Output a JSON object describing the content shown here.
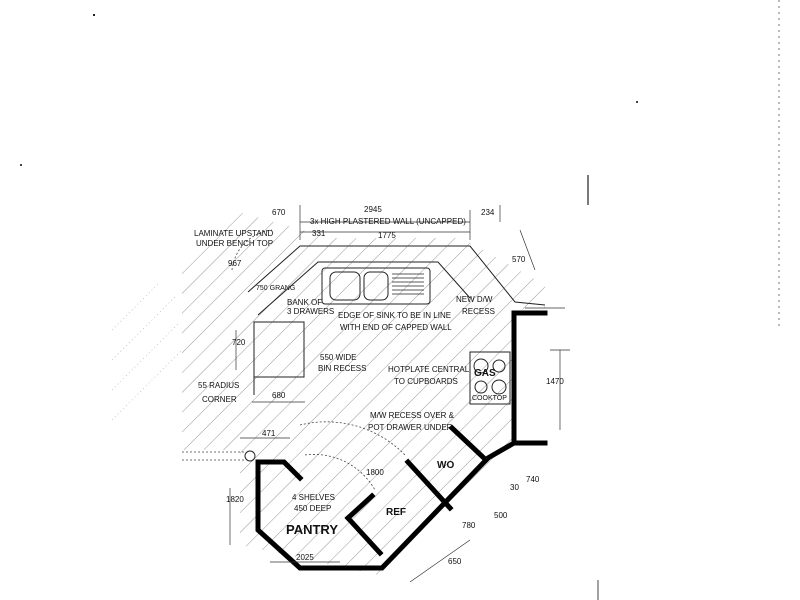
{
  "labels": {
    "laminate": "LAMINATE UPSTAND",
    "under_bench": "UNDER BENCH TOP",
    "dim_670": "670",
    "dim_2945": "2945",
    "dim_234": "234",
    "wall_note": "3x HIGH PLASTERED WALL (UNCAPPED)",
    "dim_331": "331",
    "dim_1775": "1775",
    "dim_570": "570",
    "dim_967": "967",
    "dim_750": "750 GRANG",
    "bank_of": "BANK OF",
    "drawers": "3 DRAWERS",
    "edge_sink": "EDGE OF SINK TO BE IN LINE",
    "with_end": "WITH END OF CAPPED WALL",
    "new_dw": "NEW D/W",
    "recess": "RECESS",
    "dim_720": "720",
    "dim_550_wide": "550 WIDE",
    "bin_recess": "BIN RECESS",
    "radius": "55 RADIUS",
    "corner": "CORNER",
    "dim_680": "680",
    "hotplate": "HOTPLATE CENTRAL",
    "to_cupboards": "TO CUPBOARDS",
    "gas": "GAS",
    "cooktop": "COOKTOP",
    "dim_1470": "1470",
    "mw_recess": "M/W RECESS OVER &",
    "pot_drawer": "POT DRAWER UNDER",
    "dim_471": "471",
    "wo": "WO",
    "dim_1800": "1800",
    "dim_1820": "1820",
    "shelves": "4 SHELVES",
    "deep": "450 DEEP",
    "pantry": "PANTRY",
    "ref": "REF",
    "dim_2025": "2025",
    "dim_500": "500",
    "dim_30": "30",
    "dim_740": "740",
    "dim_650": "650",
    "dim_780": "780"
  },
  "colors": {
    "ink": "#111111",
    "hatch": "#6a6a6a",
    "paper": "#ffffff"
  }
}
